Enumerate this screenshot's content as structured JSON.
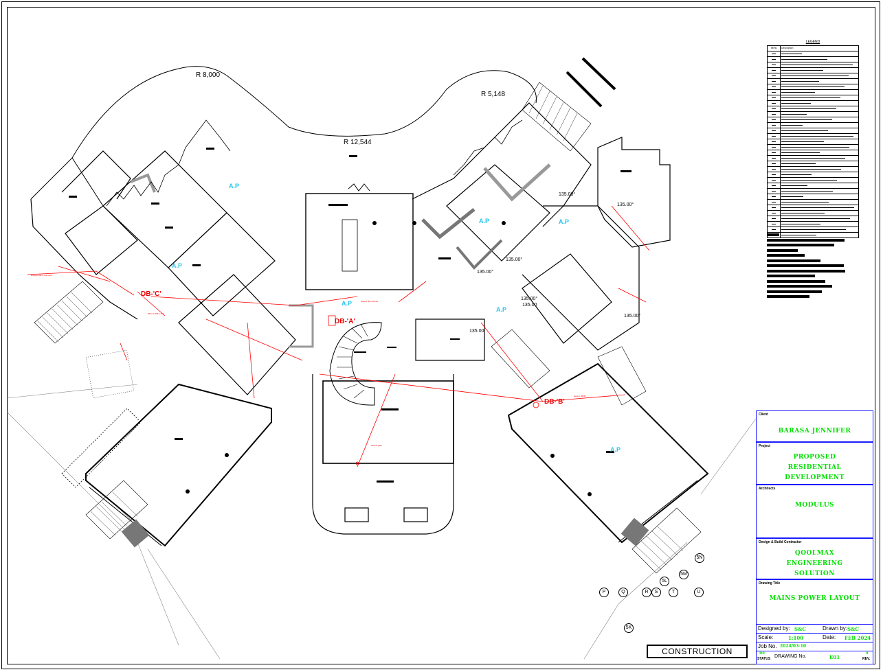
{
  "plan": {
    "radius_labels": [
      "R 8,000",
      "R 5,148",
      "R 12,544"
    ],
    "access_point_label": "A.P",
    "db_labels": [
      "DB-'C'",
      "DB-'A'",
      "DB-'B'"
    ],
    "angle_labels": [
      "135.00°",
      "135.00°",
      "135.00°",
      "135.00°",
      "135.00°",
      "135.00°",
      "135.00",
      "135.00"
    ],
    "grid_markers": [
      "P",
      "Q",
      "R",
      "S",
      "T",
      "U",
      "5L",
      "5M",
      "5N",
      "5K"
    ]
  },
  "legend": {
    "title": "LEGEND",
    "header": [
      "Items",
      "Description"
    ],
    "rows": 34
  },
  "title_block": {
    "client_heading": "Client",
    "client": "BARASA JENNIFER",
    "project_heading": "Project",
    "project": "PROPOSED RESIDENTIAL DEVELOPMENT",
    "architects_heading": "Architects",
    "architects": "MODULUS",
    "contractor_heading": "Design & Build Contractor",
    "contractor": "QOOLMAX ENGINEERING SOLUTION",
    "drawing_title_heading": "Drawing Title",
    "drawing_title": "MAINS POWER LAYOUT",
    "designed_by_label": "Designed by:",
    "designed_by": "S&C",
    "drawn_by_label": "Drawn by:",
    "drawn_by": "S&C",
    "scale_label": "Scale:",
    "scale": "1:100",
    "date_label": "Date:",
    "date": "FEB 2024",
    "job_no_label": "Job No.",
    "job_no": "2024/03-10",
    "status_label": "STATUS",
    "status": "D0",
    "drawing_no_label": "DRAWING No.",
    "drawing_no": "E01",
    "rev_label": "REV.",
    "rev": "0"
  },
  "stamp": "CONSTRUCTION",
  "colors": {
    "line": "#000000",
    "electrical": "#ff0000",
    "access_point": "#29c5ea",
    "title_border": "#1a1aff",
    "title_text": "#00e000"
  }
}
